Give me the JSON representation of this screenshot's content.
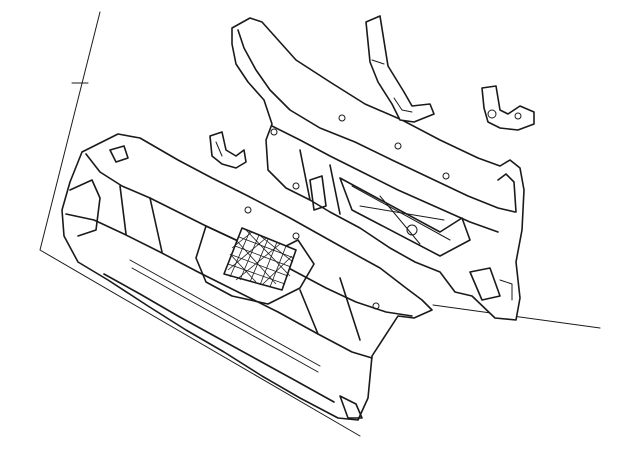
{
  "diagram": {
    "kind": "exploded-parts-illustration",
    "parts": [
      "rear-body-panel",
      "upper-back-panel",
      "bracket-left",
      "bracket-center",
      "bracket-right"
    ],
    "labels": []
  }
}
